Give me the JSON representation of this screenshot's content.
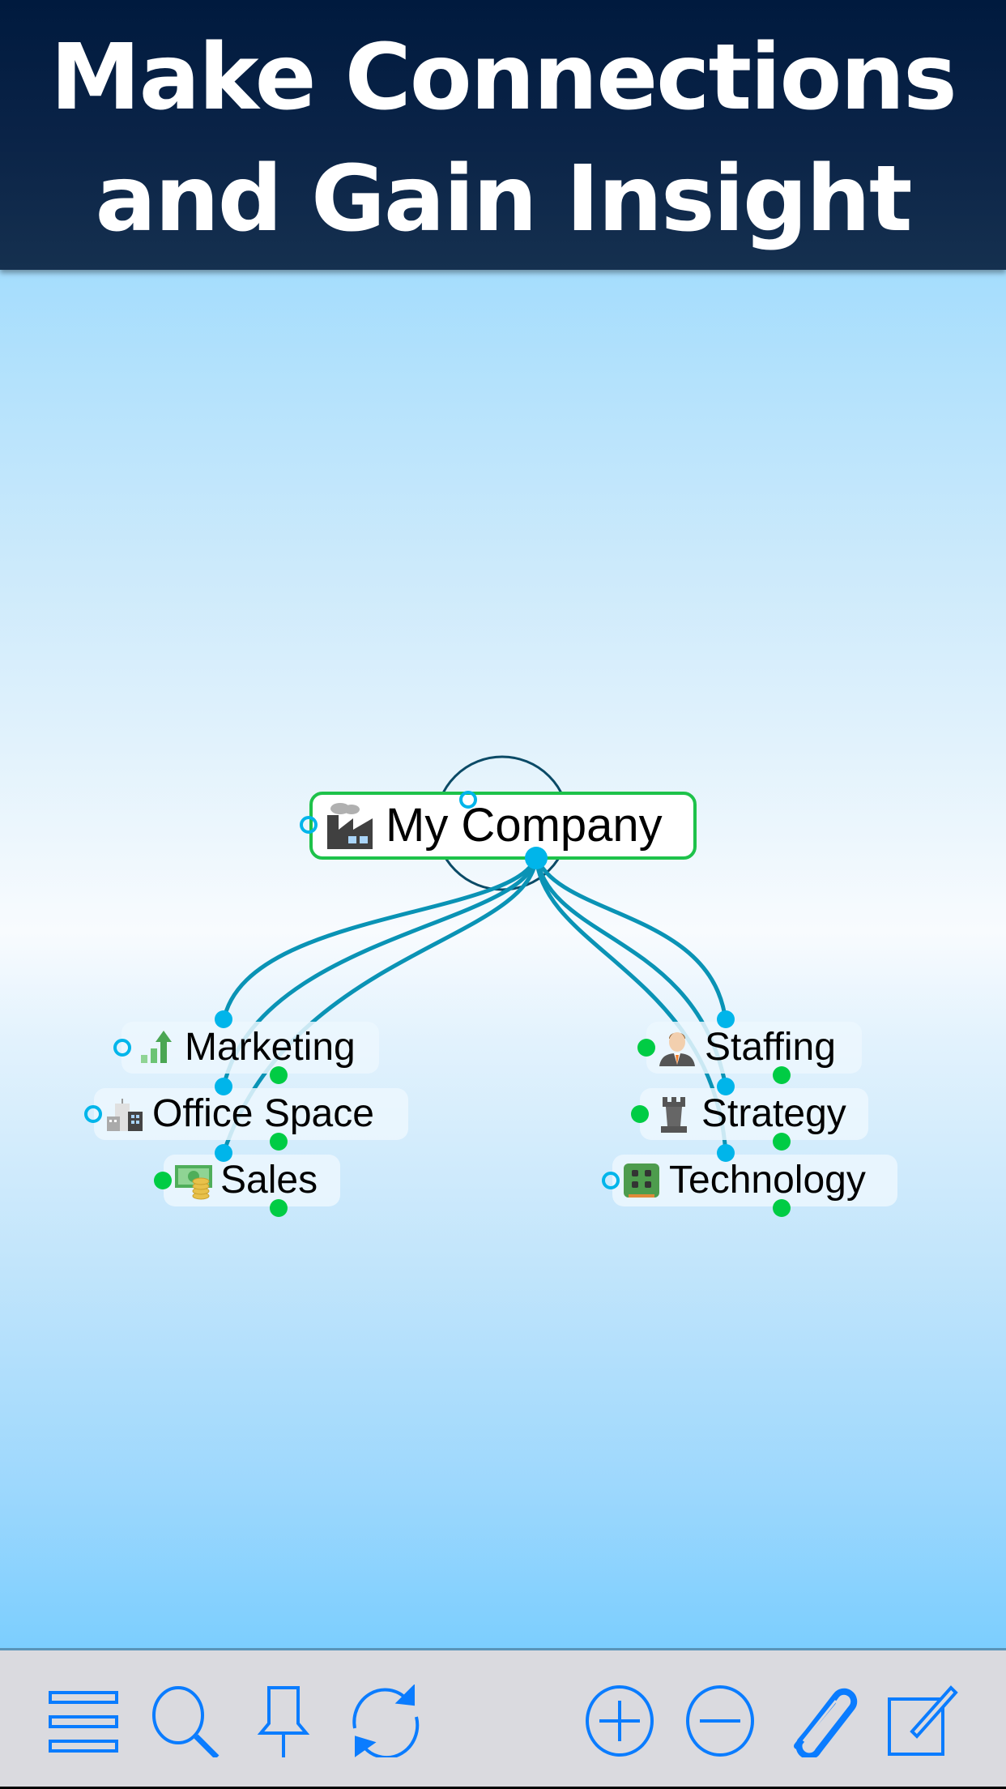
{
  "header": {
    "line1": "Make Connections",
    "line2": "and Gain Insight"
  },
  "mindmap": {
    "root": {
      "label": "My Company",
      "icon": "factory-icon"
    },
    "left_topics": [
      {
        "label": "Marketing",
        "icon": "growth-chart-icon"
      },
      {
        "label": "Office Space",
        "icon": "buildings-icon"
      },
      {
        "label": "Sales",
        "icon": "money-coins-icon"
      }
    ],
    "right_topics": [
      {
        "label": "Staffing",
        "icon": "businessman-icon"
      },
      {
        "label": "Strategy",
        "icon": "chess-rook-icon"
      },
      {
        "label": "Technology",
        "icon": "circuit-chip-icon"
      }
    ],
    "colors": {
      "root_border": "#1ec24a",
      "link": "#0a93b5",
      "anchor_blue": "#00b5ea",
      "anchor_green": "#00cc44"
    }
  },
  "toolbar": {
    "buttons": [
      {
        "name": "menu",
        "icon": "menu-icon"
      },
      {
        "name": "search",
        "icon": "search-icon"
      },
      {
        "name": "pin",
        "icon": "pushpin-icon"
      },
      {
        "name": "refresh",
        "icon": "refresh-icon"
      },
      {
        "name": "add",
        "icon": "plus-circle-icon"
      },
      {
        "name": "remove",
        "icon": "minus-circle-icon"
      },
      {
        "name": "attach",
        "icon": "paperclip-icon"
      },
      {
        "name": "edit",
        "icon": "compose-icon"
      }
    ],
    "accent": "#0a7cff"
  }
}
